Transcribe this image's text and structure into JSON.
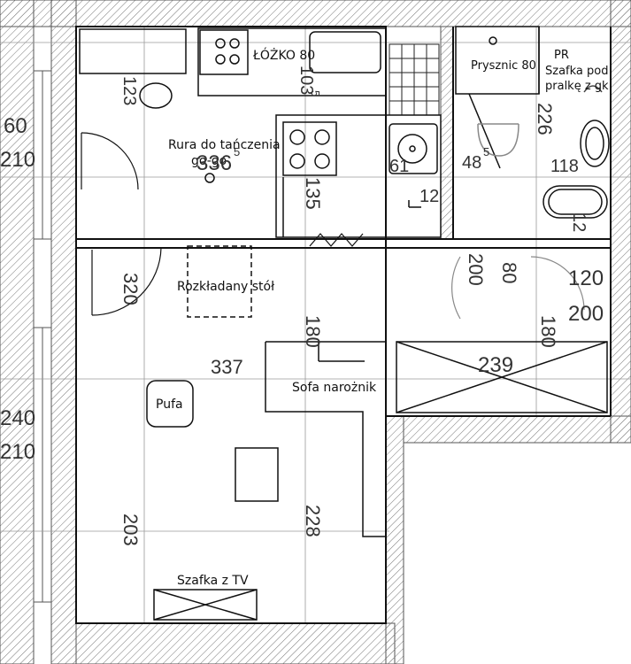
{
  "labels": {
    "bed": "ŁÓŻKO 80",
    "pole_line1": "Rura do tańczenia",
    "pole_line2": "go-go",
    "shower": "Prysznic 80",
    "pr": "PR",
    "cabinet_line1": "Szafka pod",
    "cabinet_line2": "pralkę z gk",
    "table": "Rozkładany stół",
    "pouf": "Pufa",
    "sofa": "Sofa narożnik",
    "tv": "Szafka z TV"
  },
  "dims": {
    "d123": "123",
    "d103": "103",
    "d103_sup": "5",
    "d336": "336",
    "d336_sup": "5",
    "d135": "135",
    "d61": "61",
    "d48": "48",
    "d48_sup": "5",
    "d12a": "12",
    "d12b": "12",
    "d226": "226",
    "d118": "118",
    "d60": "60",
    "d210a": "210",
    "d320": "320",
    "d200a": "200",
    "d80": "80",
    "d120": "120",
    "d200b": "200",
    "d180a": "180",
    "d180b": "180",
    "d337": "337",
    "d239": "239",
    "d240": "240",
    "d210b": "210",
    "d228": "228",
    "d203": "203"
  }
}
